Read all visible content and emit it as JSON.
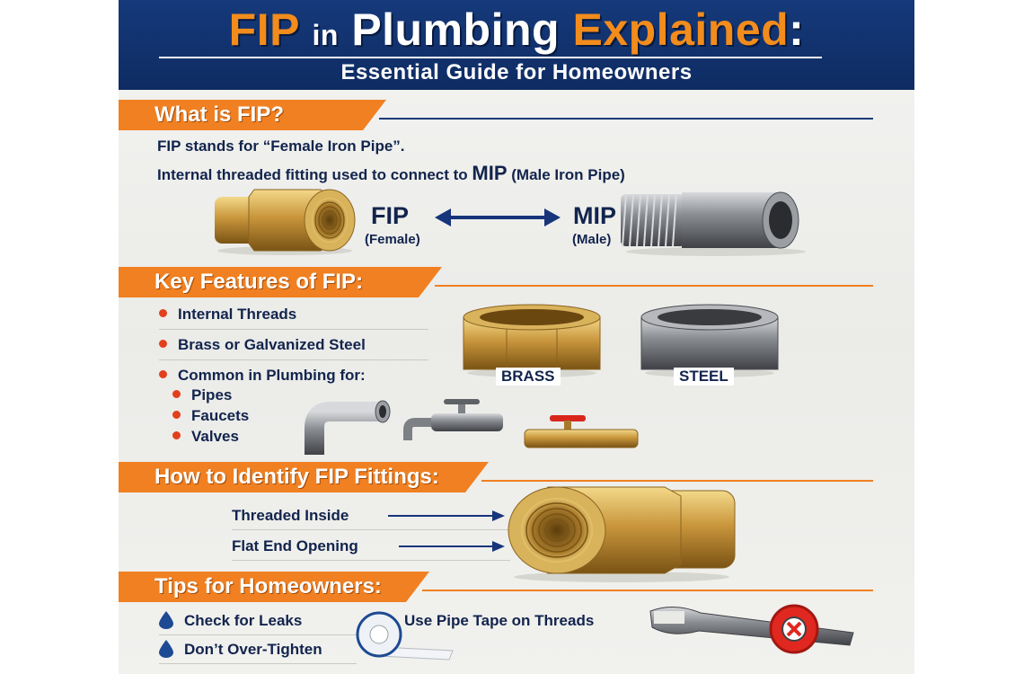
{
  "title": {
    "part1": "FIP",
    "part2": "in",
    "part3": "Plumbing",
    "part4": "Explained",
    "part5": ":",
    "subtitle": "Essential Guide for Homeowners"
  },
  "section_what": {
    "heading": "What is FIP?",
    "line1": "FIP stands for “Female Iron Pipe”.",
    "line2_prefix": "Internal threaded fitting used to connect to ",
    "line2_mip": "MIP",
    "line2_suffix": " (Male Iron Pipe)",
    "fip_label": "FIP",
    "fip_sub": "(Female)",
    "mip_label": "MIP",
    "mip_sub": "(Male)"
  },
  "section_features": {
    "heading": "Key Features of FIP:",
    "items": [
      "Internal Threads",
      "Brass or Galvanized Steel",
      "Common in Plumbing for:"
    ],
    "subitems": [
      "Pipes",
      "Faucets",
      "Valves"
    ],
    "brass_label": "BRASS",
    "steel_label": "STEEL"
  },
  "section_identify": {
    "heading": "How to Identify FIP Fittings:",
    "items": [
      "Threaded Inside",
      "Flat End Opening"
    ]
  },
  "section_tips": {
    "heading": "Tips for Homeowners:",
    "items": [
      "Check for Leaks",
      "Don’t Over-Tighten"
    ],
    "tape_tip": "Use Pipe Tape on Threads"
  },
  "icons": {
    "arrow": "double-arrow-icon",
    "drop": "water-drop-icon",
    "tape": "pipe-tape-icon",
    "wrench": "wrench-icon",
    "no": "red-x-icon"
  },
  "colors": {
    "navy": "#15397a",
    "orange": "#f08021",
    "text": "#12244d",
    "bullet": "#e2401c"
  }
}
